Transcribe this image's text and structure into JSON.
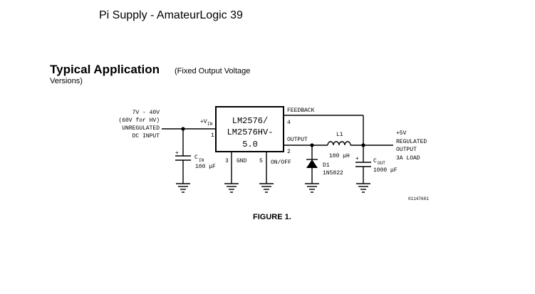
{
  "slide_title": "Pi Supply - AmateurLogic 39",
  "heading": "Typical Application",
  "heading_note_line1": "(Fixed Output Voltage",
  "heading_note_line2": "Versions)",
  "input": {
    "line1": "7V - 40V",
    "line2": "(60V for HV)",
    "line3": "UNREGULATED",
    "line4": "DC INPUT"
  },
  "chip": {
    "line1": "LM2576/",
    "line2": "LM2576HV-",
    "line3": "5.0"
  },
  "pins": {
    "vin_label": "+V",
    "vin_sub": "IN",
    "pin1": "1",
    "pin2": "2",
    "pin3": "3",
    "pin4": "4",
    "pin5": "5",
    "feedback": "FEEDBACK",
    "output": "OUTPUT",
    "gnd": "GND",
    "on_off": "ON/OFF"
  },
  "cin": {
    "name": "C",
    "sub": "IN",
    "value": "100 μF",
    "polarity": "+"
  },
  "inductor": {
    "name": "L1",
    "value": "100 μH"
  },
  "diode": {
    "name": "D1",
    "part": "1N5822"
  },
  "cout": {
    "name": "C",
    "sub": "OUT",
    "value": "1000 μF",
    "polarity": "+"
  },
  "output_labels": {
    "line1": "+5V",
    "line2": "REGULATED",
    "line3": "OUTPUT",
    "line4": "3A LOAD"
  },
  "drawing_id": "01147601",
  "figure_caption": "FIGURE 1."
}
